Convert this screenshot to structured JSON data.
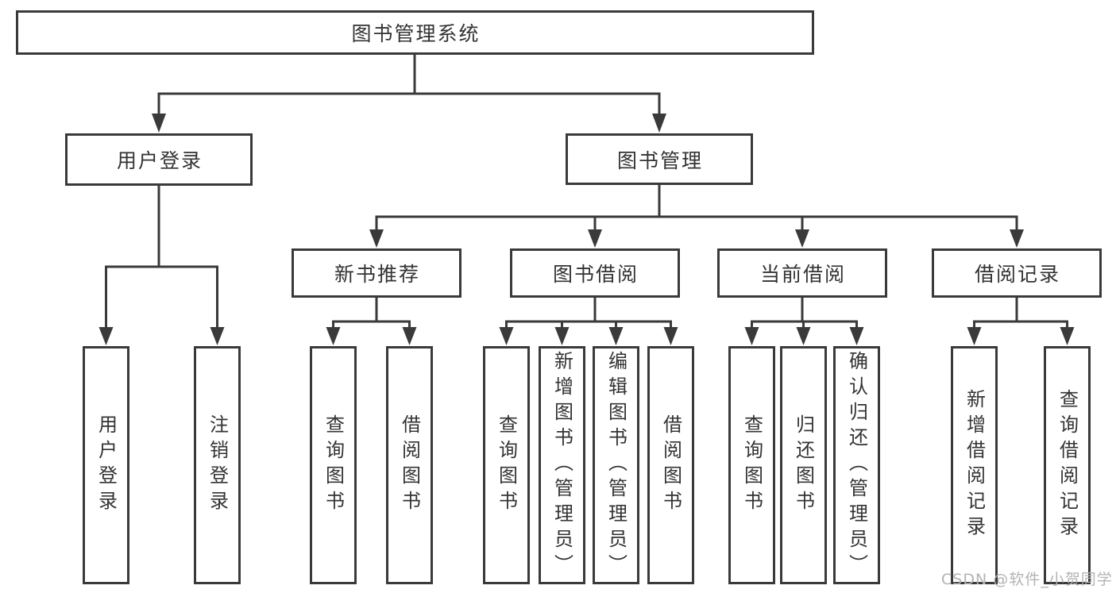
{
  "diagram": {
    "root": {
      "label": "图书管理系统"
    },
    "branches": [
      {
        "label": "用户登录",
        "children": [
          {
            "label": "用户登录"
          },
          {
            "label": "注销登录"
          }
        ]
      },
      {
        "label": "图书管理",
        "children": [
          {
            "label": "新书推荐",
            "children": [
              {
                "label": "查询图书"
              },
              {
                "label": "借阅图书"
              }
            ]
          },
          {
            "label": "图书借阅",
            "children": [
              {
                "label": "查询图书"
              },
              {
                "label": "新增图书（管理员）"
              },
              {
                "label": "编辑图书（管理员）"
              },
              {
                "label": "借阅图书"
              }
            ]
          },
          {
            "label": "当前借阅",
            "children": [
              {
                "label": "查询图书"
              },
              {
                "label": "归还图书"
              },
              {
                "label": "确认归还（管理员）"
              }
            ]
          },
          {
            "label": "借阅记录",
            "children": [
              {
                "label": "新增借阅记录"
              },
              {
                "label": "查询借阅记录"
              }
            ]
          }
        ]
      }
    ],
    "watermark": "CSDN @软件_小贺同学",
    "colors": {
      "line": "#3a3a3a",
      "text": "#333333",
      "background": "#ffffff",
      "watermark": "#b3b3b3"
    }
  }
}
